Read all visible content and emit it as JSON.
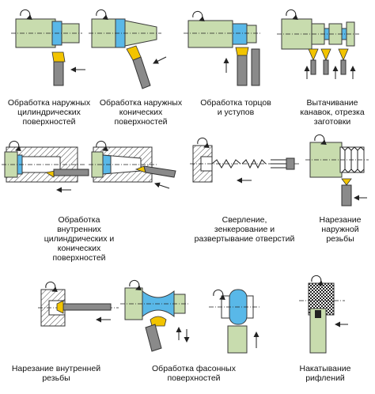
{
  "captions": {
    "outer_cylindrical": "Обработка наружных\nцилиндрических\nповерхностей",
    "outer_conical": "Обработка наружных\nконических\nповерхностей",
    "faces_steps": "Обработка торцов\nи уступов",
    "grooves_cutoff": "Вытачивание\nканавок, отрезка\nзаготовки",
    "inner_surfaces": "Обработка\nвнутренних\nцилиндрических и\nконических\nповерхностей",
    "drilling": "Сверление,\nзенкерование и\nразвертывание отверстий",
    "outer_thread": "Нарезание\nнаружной\nрезьбы",
    "inner_thread": "Нарезание внутренней\nрезьбы",
    "shaped_surfaces": "Обработка фасонных\nповерхностей",
    "knurling": "Накатывание\nрифлений"
  },
  "colors": {
    "workpiece": "#c8dcae",
    "machined_surface": "#59b8e8",
    "tool_body": "#8a8a8a",
    "tool_tip": "#f2c400"
  }
}
